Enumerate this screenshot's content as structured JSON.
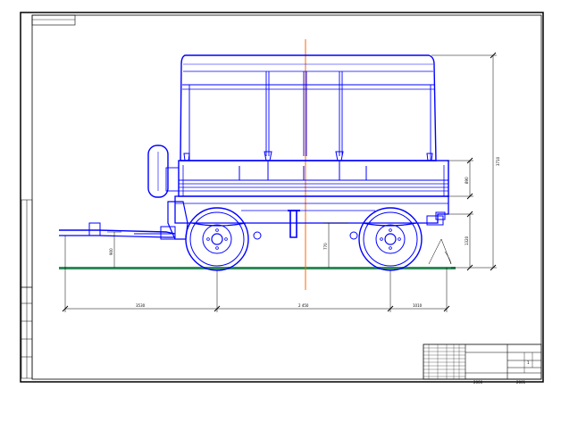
{
  "drawing": {
    "colors": {
      "trailer": "#0000ff",
      "axis_line": "#ff6600",
      "ground": "#2e8b57",
      "frame": "#000000",
      "background": "#ffffff"
    },
    "dimensions": {
      "overall_height": "3710",
      "board_height": "890",
      "platform_height": "1320",
      "drawbar_height": "900",
      "hitch_to_front_axle": "3530",
      "wheelbase": "2 450",
      "rear_overhang": "1010",
      "frame_height": "770"
    },
    "title_block": {
      "sheet_label": "1",
      "designation": "2000",
      "sheet_info": "2001"
    }
  }
}
